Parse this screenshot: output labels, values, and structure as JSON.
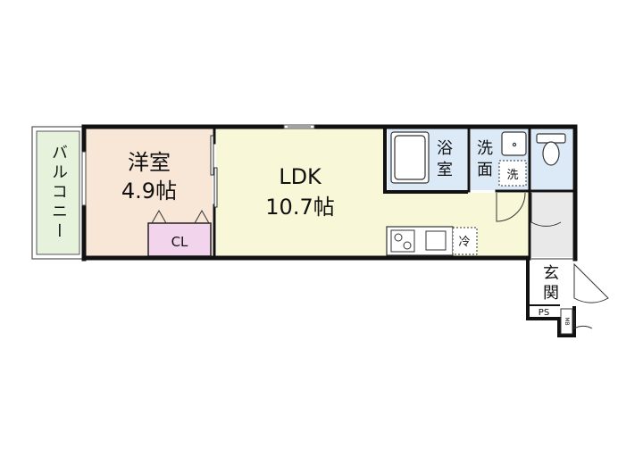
{
  "rooms": {
    "balcony": {
      "label": "バルコニー"
    },
    "western_room": {
      "name": "洋室",
      "size": "4.9帖"
    },
    "closet": {
      "label": "CL"
    },
    "ldk": {
      "name": "LDK",
      "size": "10.7帖"
    },
    "bathroom": {
      "line1": "浴",
      "line2": "室"
    },
    "washroom": {
      "line1": "洗",
      "line2": "面"
    },
    "washer": {
      "label": "洗"
    },
    "fridge": {
      "label": "冷"
    },
    "entrance": {
      "line1": "玄",
      "line2": "関"
    },
    "ps": {
      "label": "PS"
    },
    "meter": {
      "label": "MB"
    }
  },
  "colors": {
    "balcony": "#e6f2dc",
    "western_room": "#f8e6d6",
    "closet": "#f2d4ec",
    "ldk": "#f8f8d8",
    "water": "#dceaf8",
    "entrance": "#e9e9e9",
    "wall": "#111111"
  }
}
